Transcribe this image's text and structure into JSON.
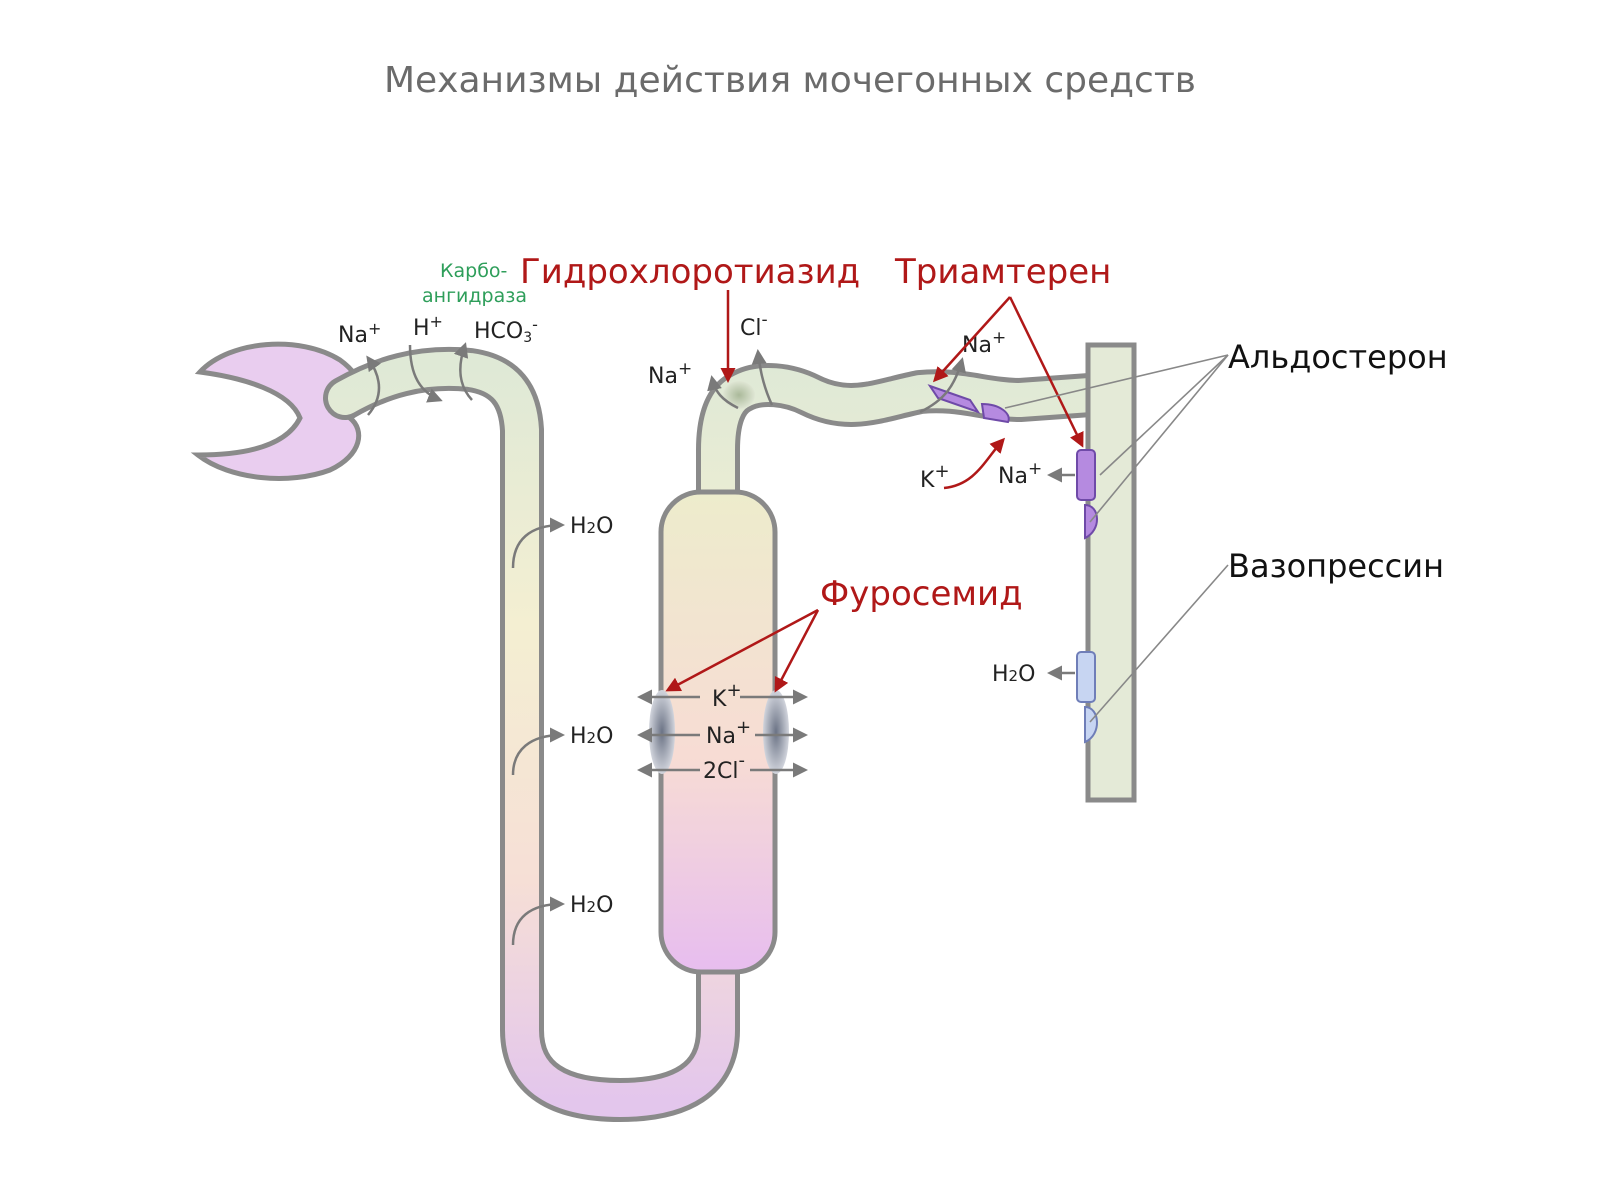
{
  "title": "Механизмы действия мочегонных средств",
  "drugs": {
    "hydrochlorothiazide": "Гидрохлоротиазид",
    "triamterene": "Триамтерен",
    "furosemide": "Фуросемид"
  },
  "hormones": {
    "aldosterone": "Альдостерон",
    "vasopressin": "Вазопрессин"
  },
  "enzyme": {
    "line1": "Карбо-",
    "line2": "ангидраза"
  },
  "ions": {
    "na": "Na",
    "h": "H",
    "hco3": "HCO",
    "hco3_sub": "3",
    "cl": "Cl",
    "k": "K",
    "plus": "+",
    "minus": "-",
    "two_cl": "2Cl",
    "h2o_h": "H",
    "h2o_2": "2",
    "h2o_o": "O"
  },
  "colors": {
    "tubule_outline": "#8a8a8a",
    "drug": "#b01818",
    "enzyme": "#2e9e5a",
    "aldosterone_channel": "#b58ae0",
    "vasopressin_channel": "#c7d5f2"
  }
}
